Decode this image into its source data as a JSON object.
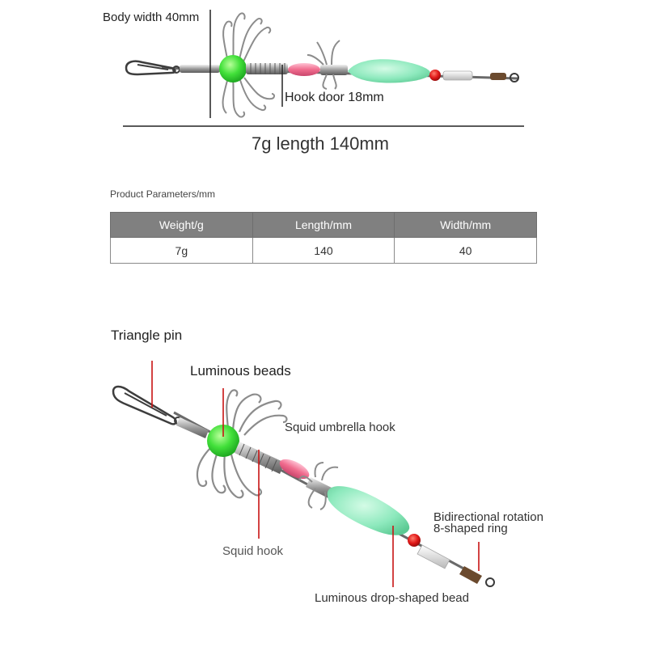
{
  "top": {
    "body_width_label": "Body width 40mm",
    "hook_door_label": "Hook door 18mm",
    "length_label": "7g length 140mm"
  },
  "params": {
    "caption": "Product Parameters/mm",
    "headers": [
      "Weight/g",
      "Length/mm",
      "Width/mm"
    ],
    "rows": [
      [
        "7g",
        "140",
        "40"
      ]
    ]
  },
  "callouts": {
    "triangle_pin": "Triangle pin",
    "luminous_beads": "Luminous beads",
    "squid_umbrella_hook": "Squid umbrella hook",
    "squid_hook": "Squid hook",
    "bidirectional_line1": "Bidirectional rotation",
    "bidirectional_line2": "8-shaped ring",
    "luminous_drop_bead": "Luminous drop-shaped bead"
  },
  "colors": {
    "luminous_green": "#7de6b0",
    "bead_green": "#3fe03a",
    "pink_bead": "#f06c8e",
    "red_bead": "#e01818",
    "callout_red": "#c81414",
    "table_header": "#808080"
  }
}
